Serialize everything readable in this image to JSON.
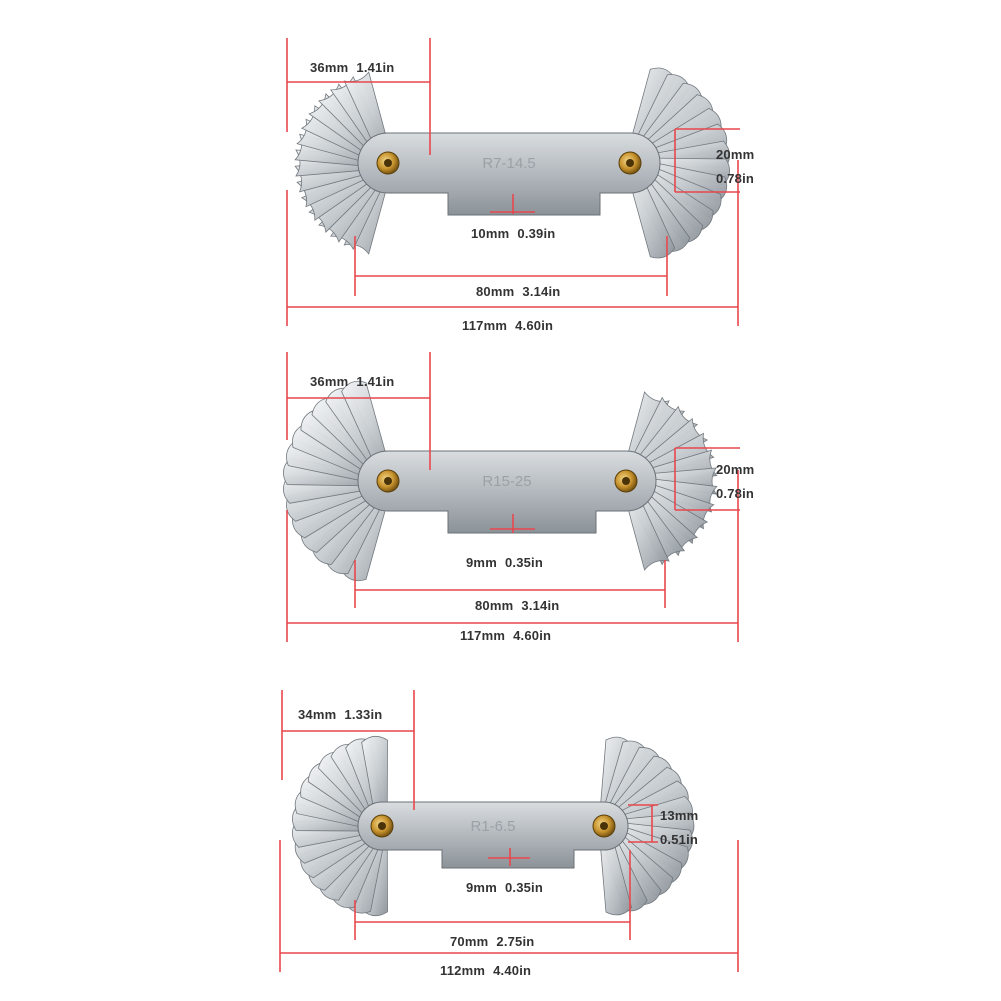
{
  "colors": {
    "dimension_line": "#e8474c",
    "label_text": "#333333",
    "steel_light": "#eceff1",
    "steel_mid": "#b9bec3",
    "steel_dark": "#7f868d",
    "brass": "#c8942e"
  },
  "gauges": [
    {
      "engraving": "R7-14.5",
      "head_width": {
        "mm": "36mm",
        "in": "1.41in"
      },
      "blade_height": {
        "mm": "20mm",
        "in": "0.78in"
      },
      "slot_width": {
        "mm": "10mm",
        "in": "0.39in"
      },
      "pivot_span": {
        "mm": "80mm",
        "in": "3.14in"
      },
      "overall_length": {
        "mm": "117mm",
        "in": "4.60in"
      }
    },
    {
      "engraving": "R15-25",
      "head_width": {
        "mm": "36mm",
        "in": "1.41in"
      },
      "blade_height": {
        "mm": "20mm",
        "in": "0.78in"
      },
      "slot_width": {
        "mm": "9mm",
        "in": "0.35in"
      },
      "pivot_span": {
        "mm": "80mm",
        "in": "3.14in"
      },
      "overall_length": {
        "mm": "117mm",
        "in": "4.60in"
      }
    },
    {
      "engraving": "R1-6.5",
      "head_width": {
        "mm": "34mm",
        "in": "1.33in"
      },
      "blade_height": {
        "mm": "13mm",
        "in": "0.51in"
      },
      "slot_width": {
        "mm": "9mm",
        "in": "0.35in"
      },
      "pivot_span": {
        "mm": "70mm",
        "in": "2.75in"
      },
      "overall_length": {
        "mm": "112mm",
        "in": "4.40in"
      }
    }
  ]
}
